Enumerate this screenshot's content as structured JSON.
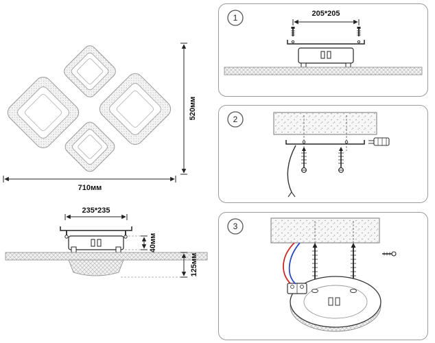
{
  "sheet": {
    "top_view": {
      "width_label": "710мм",
      "height_label": "520мм"
    },
    "side_view": {
      "plate_label": "235*235",
      "canopy_height_label": "40мм",
      "total_height_label": "125мм"
    },
    "steps": [
      {
        "number": "1",
        "dimension_label": "205*205"
      },
      {
        "number": "2"
      },
      {
        "number": "3"
      }
    ],
    "colors": {
      "wire_red": "#cc2626",
      "wire_blue": "#2849c8",
      "line": "#222222"
    }
  }
}
